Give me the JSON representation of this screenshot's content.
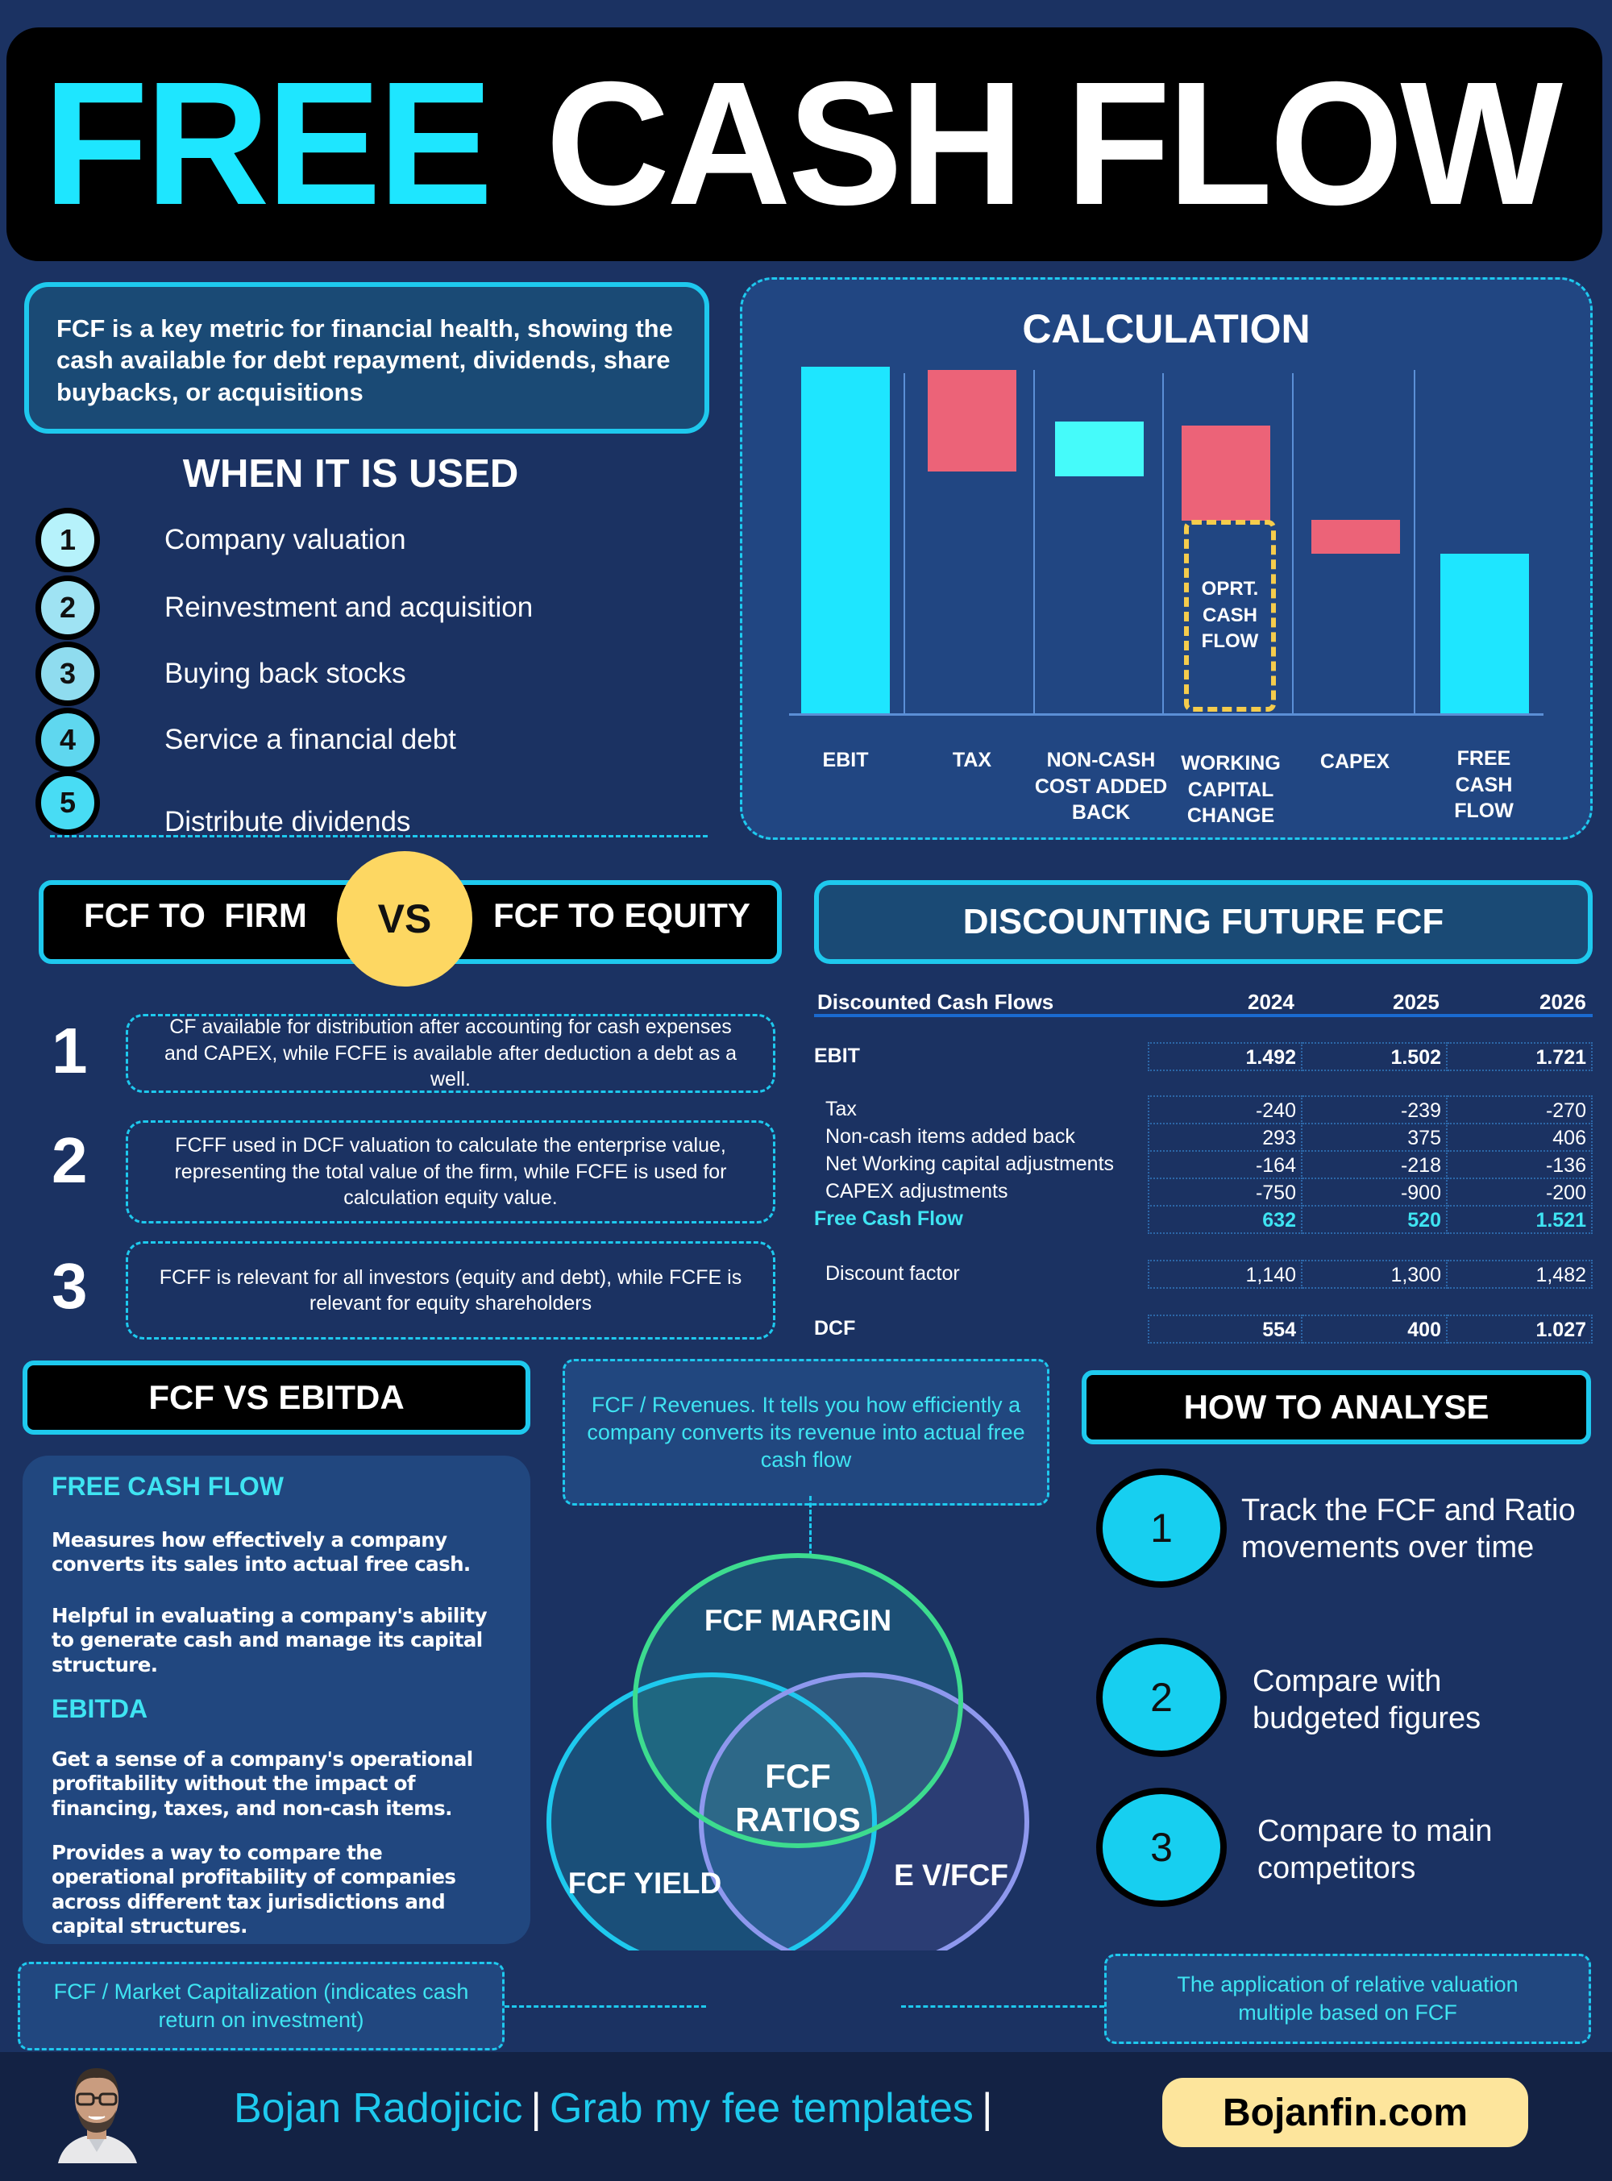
{
  "title": {
    "highlight": "FREE",
    "rest": "CASH FLOW"
  },
  "intro": "FCF is a key metric for financial health, showing the cash available for debt repayment, dividends, share buybacks, or acquisitions",
  "when_used": {
    "title": "WHEN IT IS USED",
    "items": [
      {
        "num": "1",
        "label": "Company valuation",
        "color": "#b6f2fb"
      },
      {
        "num": "2",
        "label": "Reinvestment  and  acquisition",
        "color": "#9fe3f3"
      },
      {
        "num": "3",
        "label": "Buying back stocks",
        "color": "#8fdcef"
      },
      {
        "num": "4",
        "label": "Service a financial debt",
        "color": "#5fd7ef"
      },
      {
        "num": "5",
        "label": "Distribute dividends",
        "color": "#48dcf4"
      }
    ]
  },
  "calculation": {
    "title": "CALCULATION",
    "oprt_label": [
      "OPRT.",
      "CASH",
      "FLOW"
    ],
    "labels": [
      [
        "EBIT"
      ],
      [
        "TAX"
      ],
      [
        "NON-CASH",
        "COST ADDED",
        "BACK"
      ],
      [
        "WORKING",
        "CAPITAL",
        "CHANGE"
      ],
      [
        "CAPEX"
      ],
      [
        "FREE",
        "CASH",
        "FLOW"
      ]
    ]
  },
  "chart_data": {
    "type": "bar",
    "subtype": "waterfall",
    "title": "CALCULATION",
    "categories": [
      "EBIT",
      "TAX",
      "NON-CASH COST ADDED BACK",
      "WORKING CAPITAL CHANGE",
      "CAPEX",
      "FREE CASH FLOW"
    ],
    "bars": [
      {
        "category": "EBIT",
        "start": 0,
        "end": 100,
        "kind": "total",
        "color": "#1ee6ff"
      },
      {
        "category": "TAX",
        "start": 100,
        "end": 71,
        "kind": "decrease",
        "color": "#ec6378"
      },
      {
        "category": "NON-CASH COST ADDED BACK",
        "start": 71,
        "end": 86,
        "kind": "increase",
        "color": "#45fbfa"
      },
      {
        "category": "WORKING CAPITAL CHANGE",
        "start": 84,
        "end": 57,
        "kind": "decrease",
        "color": "#ec6378"
      },
      {
        "category": "CAPEX",
        "start": 57,
        "end": 47,
        "kind": "decrease",
        "color": "#ec6378"
      },
      {
        "category": "FREE CASH FLOW",
        "start": 0,
        "end": 47,
        "kind": "total",
        "color": "#1ee6ff"
      }
    ],
    "annotation": "OPRT. CASH FLOW",
    "xlabel": "",
    "ylabel": "",
    "grid": false,
    "note": "Values are relative bar heights (no axis shown)"
  },
  "firm_vs_equity": {
    "left": "FCF TO  FIRM",
    "vs": "VS",
    "right": "FCF TO EQUITY",
    "points": [
      {
        "num": "1",
        "text": "CF available for distribution after accounting for cash expenses and CAPEX, while FCFE is available after deduction a debt as a well."
      },
      {
        "num": "2",
        "text": "FCFF used in DCF valuation to calculate the enterprise value, representing the total value of the firm, while FCFE is used for calculation equity value."
      },
      {
        "num": "3",
        "text": "FCFF is relevant for all investors (equity and debt), while FCFE is relevant for equity shareholders"
      }
    ]
  },
  "discounting": {
    "title": "DISCOUNTING FUTURE FCF",
    "header": {
      "label": "Discounted Cash Flows",
      "years": [
        "2024",
        "2025",
        "2026"
      ]
    },
    "rows": [
      {
        "label": "EBIT",
        "values": [
          "1.492",
          "1.502",
          "1.721"
        ],
        "style": "bold"
      },
      {
        "label": "Tax",
        "values": [
          "-240",
          "-239",
          "-270"
        ],
        "style": "indent"
      },
      {
        "label": "Non-cash items added back",
        "values": [
          "293",
          "375",
          "406"
        ],
        "style": "indent"
      },
      {
        "label": "Net Working capital adjustments",
        "values": [
          "-164",
          "-218",
          "-136"
        ],
        "style": "indent"
      },
      {
        "label": "CAPEX adjustments",
        "values": [
          "-750",
          "-900",
          "-200"
        ],
        "style": "indent"
      },
      {
        "label": "Free Cash Flow",
        "values": [
          "632",
          "520",
          "1.521"
        ],
        "style": "highlight"
      },
      {
        "label": "Discount factor",
        "values": [
          "1,140",
          "1,300",
          "1,482"
        ],
        "style": "indent"
      },
      {
        "label": "DCF",
        "values": [
          "554",
          "400",
          "1.027"
        ],
        "style": "bold"
      }
    ]
  },
  "fcf_vs_ebitda": {
    "title": "FCF VS EBITDA",
    "fcf_heading": "FREE CASH FLOW",
    "fcf_p1": "Measures how effectively a company converts its sales into actual free cash.",
    "fcf_p2": "Helpful in evaluating a company's ability to generate cash and manage its capital structure.",
    "ebitda_heading": "EBITDA",
    "ebitda_p1": "Get a sense of a company's operational profitability without the impact of financing, taxes, and non-cash items.",
    "ebitda_p2": "Provides a way to compare the operational profitability of companies across different tax jurisdictions and capital structures."
  },
  "ratios": {
    "margin_desc": "FCF / Revenues. It tells you how efficiently a company converts its revenue into actual free cash flow",
    "yield_desc": "FCF / Market Capitalization (indicates cash return on investment)",
    "ev_desc": "The application of relative valuation multiple based on FCF",
    "margin": "FCF MARGIN",
    "center_1": "FCF",
    "center_2": "RATIOS",
    "yield": "FCF YIELD",
    "ev": "E V/FCF",
    "colors": {
      "margin": "#3ddc8f",
      "yield": "#1ec9ee",
      "ev": "#8e98ee"
    }
  },
  "how_to_analyse": {
    "title": "HOW TO ANALYSE",
    "items": [
      {
        "num": "1",
        "text": "Track the FCF and Ratio movements over time"
      },
      {
        "num": "2",
        "text": "Compare with budgeted figures"
      },
      {
        "num": "3",
        "text": "Compare to main competitors"
      }
    ]
  },
  "footer": {
    "author": "Bojan Radojicic",
    "cta": "Grab my fee templates",
    "website": "Bojanfin.com"
  }
}
